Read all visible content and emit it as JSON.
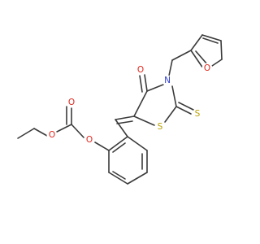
{
  "molecule": {
    "atoms": {
      "o_carbonyl_thiazolidinone": {
        "symbol": "O",
        "color": "#e0251d"
      },
      "n_ring": {
        "symbol": "N",
        "color": "#2f3dcc"
      },
      "s_ring": {
        "symbol": "S",
        "color": "#b8a000"
      },
      "s_thione": {
        "symbol": "S",
        "color": "#b8a000"
      },
      "o_furan": {
        "symbol": "O",
        "color": "#e0251d"
      },
      "o_ester_carbonyl": {
        "symbol": "O",
        "color": "#e0251d"
      },
      "o_ester_ether": {
        "symbol": "O",
        "color": "#e0251d"
      },
      "o_aryl_ether": {
        "symbol": "O",
        "color": "#e0251d"
      }
    },
    "bond_color": "#3a3a3a"
  }
}
